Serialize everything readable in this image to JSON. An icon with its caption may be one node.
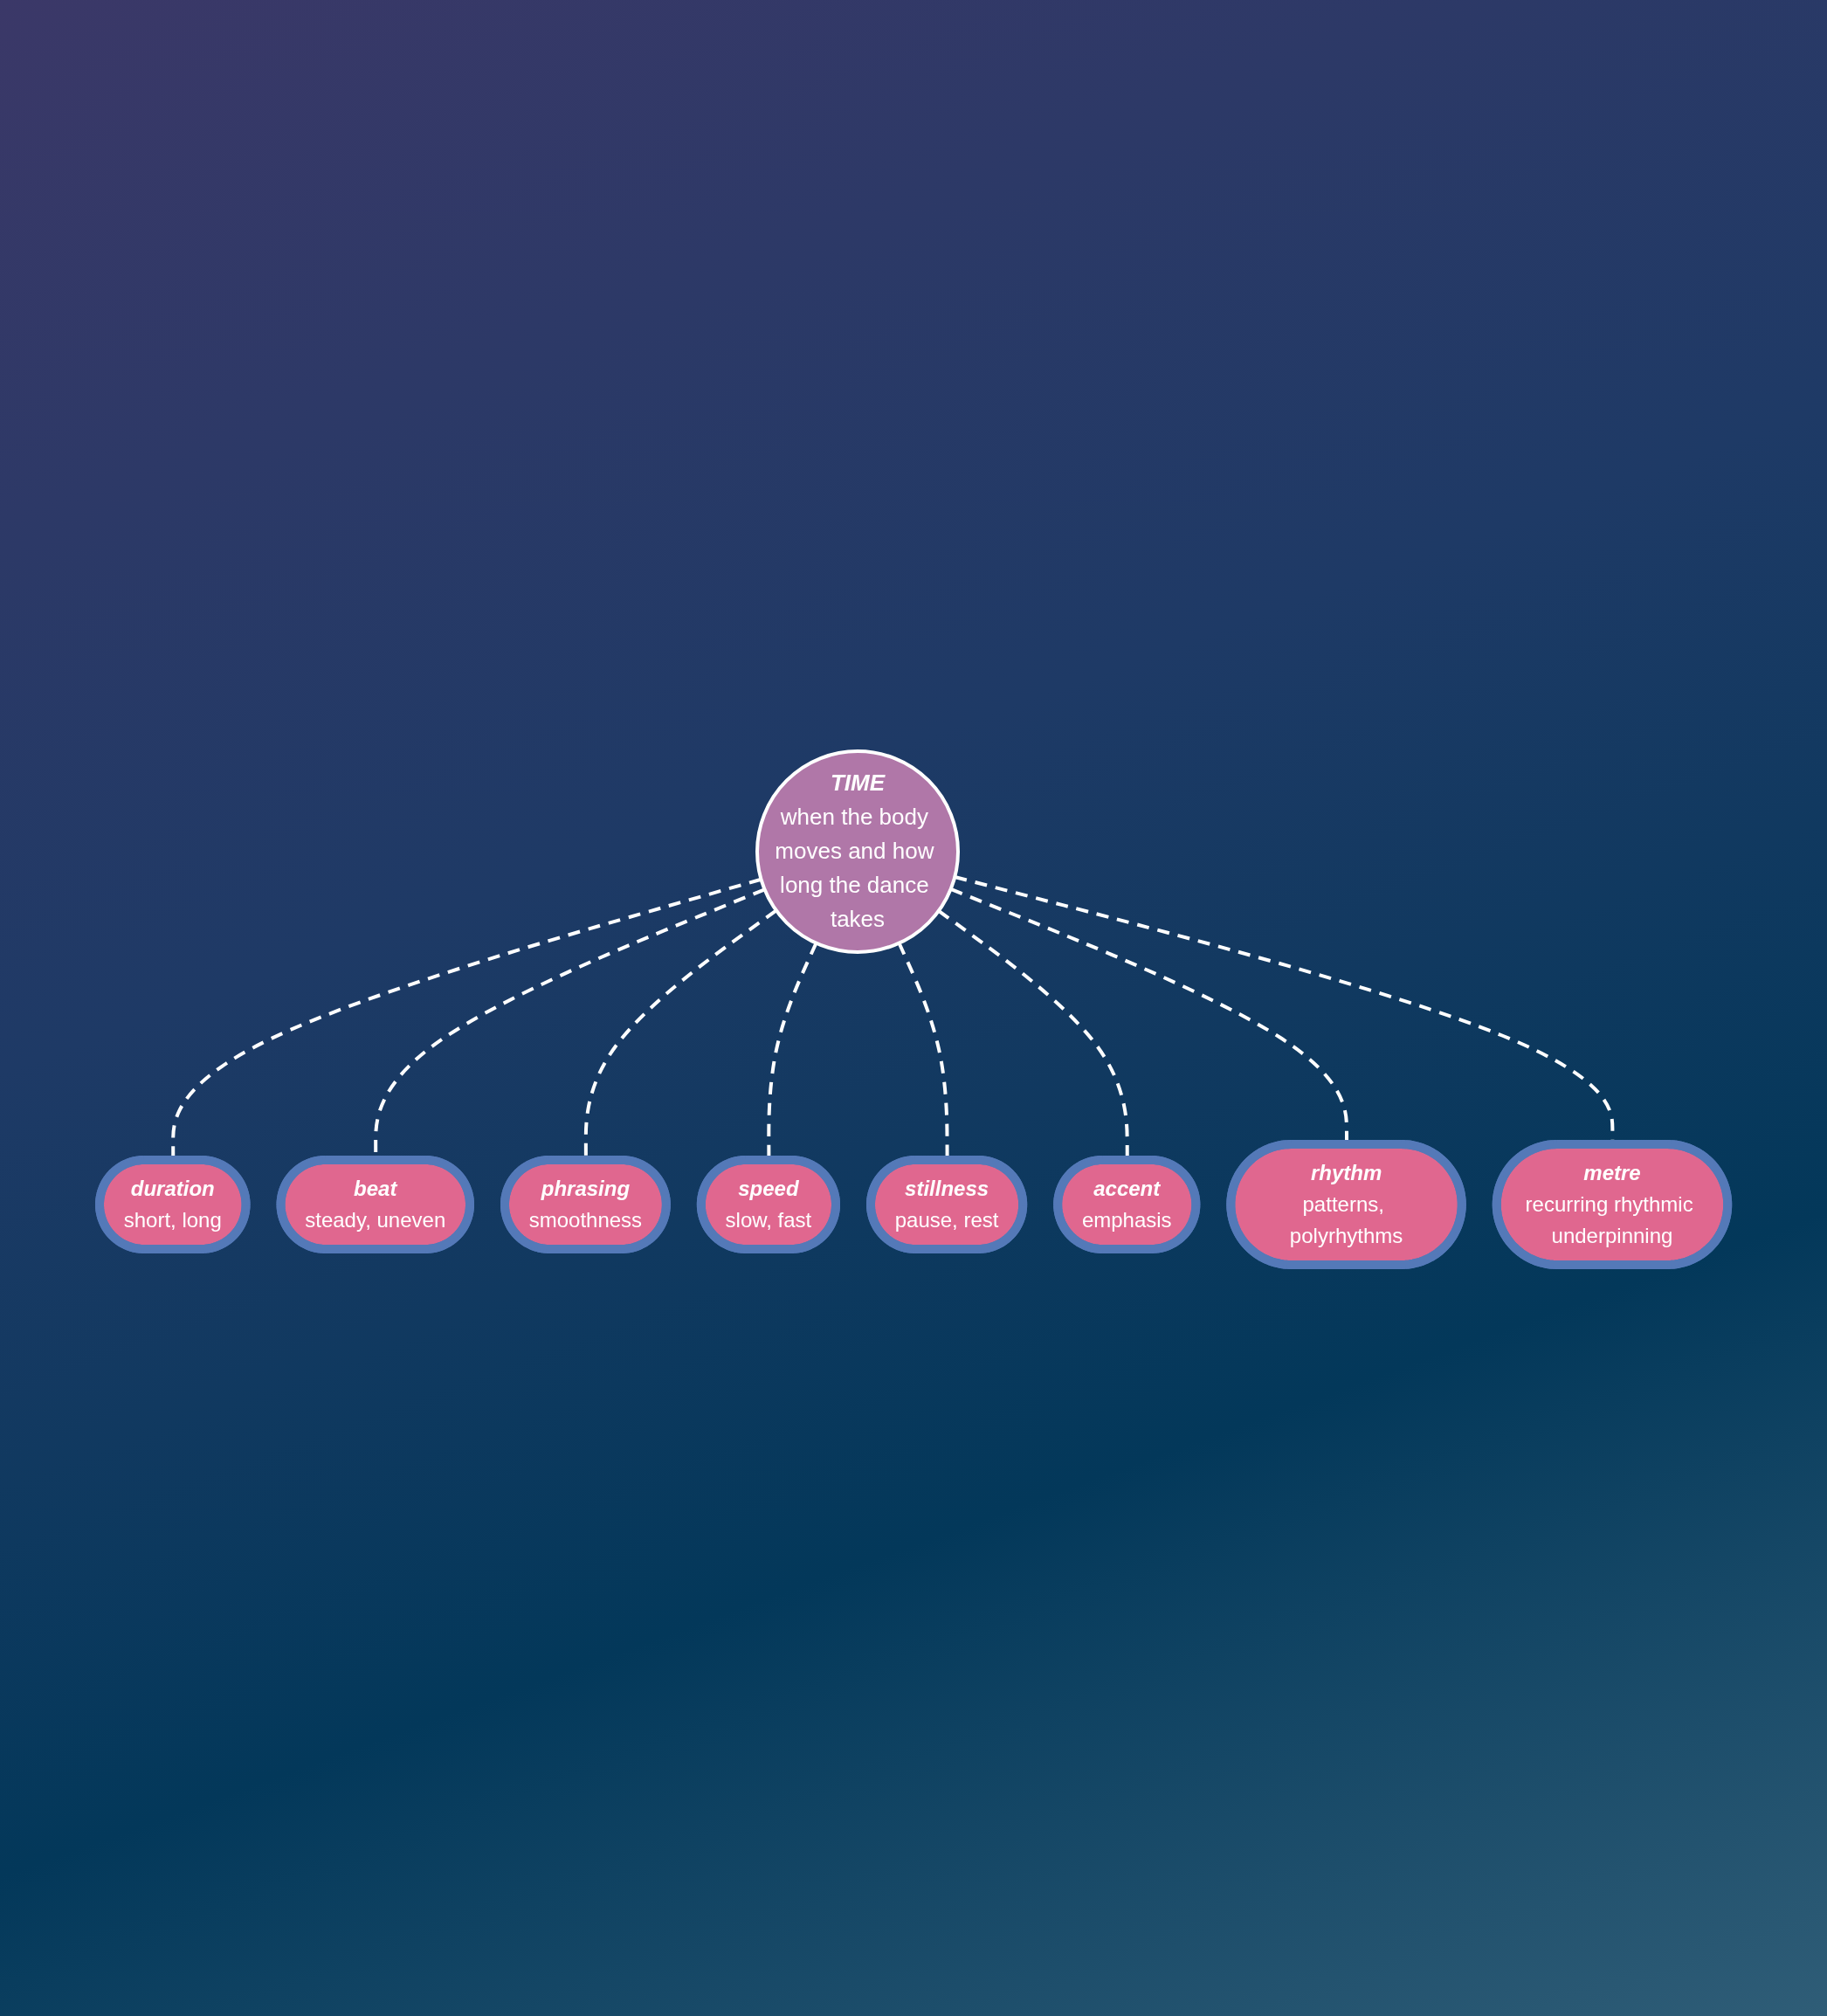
{
  "diagram": {
    "nodes": [
      {
        "text": [
          "TIME",
          "when the body moves and how long the dance takes"
        ]
      },
      {
        "text": [
          "duration",
          "short, long"
        ]
      },
      {
        "text": [
          "beat",
          "steady, uneven"
        ]
      },
      {
        "text": [
          "phrasing",
          "smoothness"
        ]
      },
      {
        "text": [
          "speed",
          "slow, fast"
        ]
      },
      {
        "text": [
          "stillness",
          "pause, rest"
        ]
      },
      {
        "text": [
          "accent",
          "emphasis"
        ]
      },
      {
        "text": [
          "rhythm",
          "patterns, polyrhythms"
        ]
      },
      {
        "text": [
          "metre",
          "recurring rhythmic underpinning"
        ]
      }
    ],
    "edges": [
      {
        "from": 0,
        "to": 1,
        "arrow": "none",
        "style": "dashed"
      },
      {
        "from": 0,
        "to": 2,
        "arrow": "none",
        "style": "dashed"
      },
      {
        "from": 0,
        "to": 3,
        "arrow": "none",
        "style": "dashed"
      },
      {
        "from": 0,
        "to": 4,
        "arrow": "none",
        "style": "dashed"
      },
      {
        "from": 0,
        "to": 5,
        "arrow": "none",
        "style": "dashed"
      },
      {
        "from": 0,
        "to": 6,
        "arrow": "none",
        "style": "dashed"
      },
      {
        "from": 0,
        "to": 7,
        "arrow": "none",
        "style": "dashed"
      },
      {
        "from": 0,
        "to": 8,
        "arrow": "none",
        "style": "dashed"
      }
    ]
  }
}
